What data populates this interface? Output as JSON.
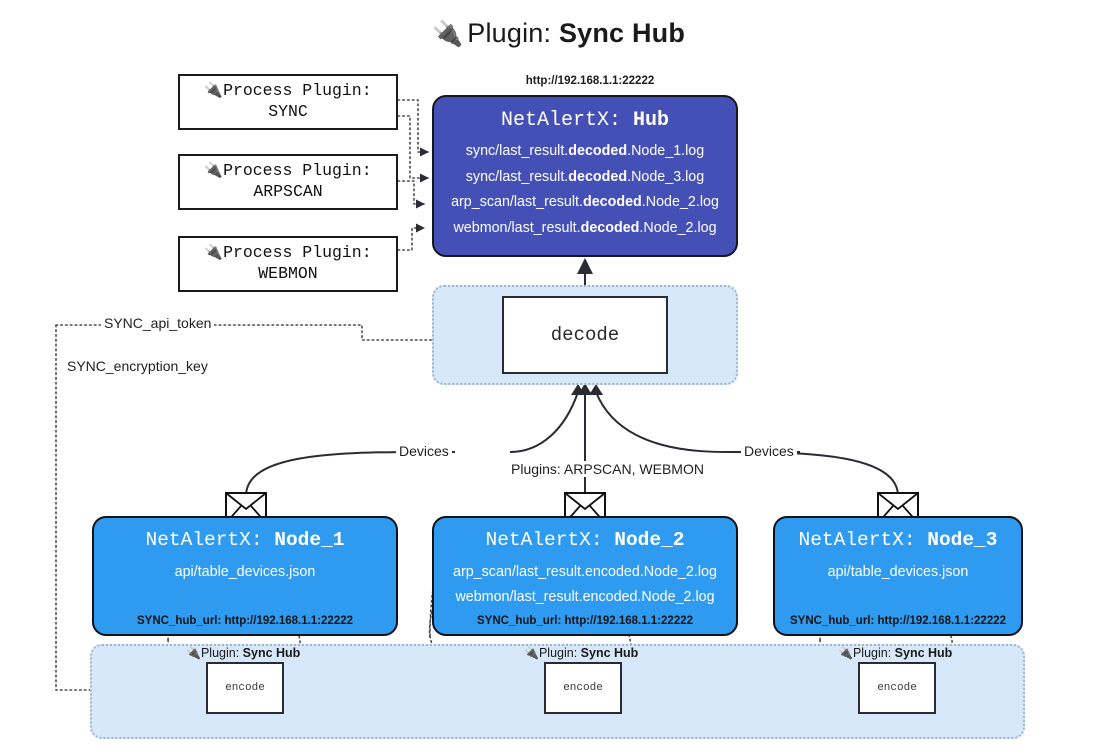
{
  "title": {
    "icon": "plug-icon",
    "prefix": "Plugin: ",
    "name": "Sync Hub"
  },
  "colors": {
    "hub_fill": "#4450b5",
    "node_fill": "#2e9bf0",
    "group_fill": "#d6e8fa",
    "group_border": "#9fb6c9",
    "stroke": "#2b2b33",
    "background": "#ffffff"
  },
  "process_plugins": [
    {
      "line1_icon": "plug-icon",
      "line1": "Process Plugin:",
      "line2": "SYNC"
    },
    {
      "line1_icon": "plug-icon",
      "line1": "Process Plugin:",
      "line2": "ARPSCAN"
    },
    {
      "line1_icon": "plug-icon",
      "line1": "Process Plugin:",
      "line2": "WEBMON"
    }
  ],
  "hub": {
    "url": "http://192.168.1.1:22222",
    "title_prefix": "NetAlertX: ",
    "title_name": "Hub",
    "lines": [
      {
        "pre": "sync/last_result.",
        "mid": "decoded",
        "post": ".Node_1.log"
      },
      {
        "pre": "sync/last_result.",
        "mid": "decoded",
        "post": ".Node_3.log"
      },
      {
        "pre": "arp_scan/last_result.",
        "mid": "decoded",
        "post": ".Node_2.log"
      },
      {
        "pre": "webmon/last_result.",
        "mid": "decoded",
        "post": ".Node_2.log"
      }
    ]
  },
  "decode": {
    "label": "decode"
  },
  "wire_labels": {
    "api_token": "SYNC_api_token",
    "encryption_key": "SYNC_encryption_key",
    "devices_left": "Devices",
    "devices_right": "Devices",
    "plugins_center": "Plugins: ARPSCAN, WEBMON"
  },
  "nodes": [
    {
      "title_prefix": "NetAlertX: ",
      "title_name": "Node_1",
      "lines": [
        "api/table_devices.json"
      ],
      "footer": "SYNC_hub_url: http://192.168.1.1:22222"
    },
    {
      "title_prefix": "NetAlertX: ",
      "title_name": "Node_2",
      "lines": [
        "arp_scan/last_result.encoded.Node_2.log",
        "webmon/last_result.encoded.Node_2.log"
      ],
      "footer": "SYNC_hub_url: http://192.168.1.1:22222"
    },
    {
      "title_prefix": "NetAlertX: ",
      "title_name": "Node_3",
      "lines": [
        "api/table_devices.json"
      ],
      "footer": "SYNC_hub_url: http://192.168.1.1:22222"
    }
  ],
  "encoders": [
    {
      "caption_icon": "plug-icon",
      "caption_prefix": "Plugin: ",
      "caption_name": "Sync Hub",
      "label": "encode"
    },
    {
      "caption_icon": "plug-icon",
      "caption_prefix": "Plugin: ",
      "caption_name": "Sync Hub",
      "label": "encode"
    },
    {
      "caption_icon": "plug-icon",
      "caption_prefix": "Plugin: ",
      "caption_name": "Sync Hub",
      "label": "encode"
    }
  ]
}
